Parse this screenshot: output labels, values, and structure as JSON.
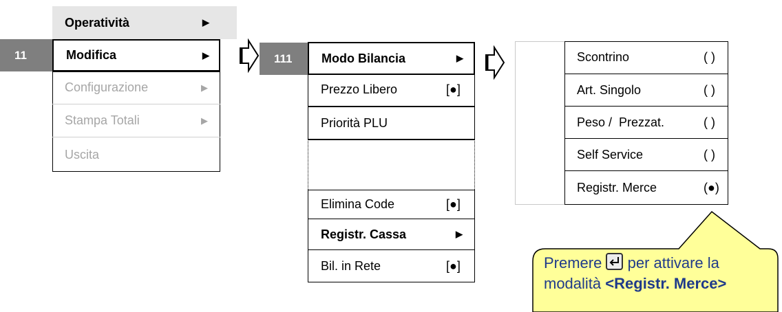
{
  "menu1": {
    "header": "Operatività",
    "code": "11",
    "items": [
      {
        "label": "Modifica"
      },
      {
        "label": "Configurazione"
      },
      {
        "label": "Stampa Totali"
      },
      {
        "label": "Uscita"
      }
    ]
  },
  "menu2": {
    "code": "111",
    "items": [
      {
        "label": "Modo Bilancia",
        "mark": ""
      },
      {
        "label": "Prezzo Libero",
        "mark": "[●]"
      },
      {
        "label": "Priorità PLU",
        "mark": ""
      },
      {
        "label": "Elimina Code",
        "mark": "[●]"
      },
      {
        "label": "Registr. Cassa",
        "mark": ""
      },
      {
        "label": "Bil. in Rete",
        "mark": "[●]"
      }
    ]
  },
  "menu3": {
    "items": [
      {
        "label": "Scontrino",
        "mark": "( )"
      },
      {
        "label": "Art. Singolo",
        "mark": "( )"
      },
      {
        "label": "Peso /  Prezzat.",
        "mark": "( )"
      },
      {
        "label": "Self Service",
        "mark": "( )"
      },
      {
        "label": "Registr. Merce",
        "mark": "(●)"
      }
    ]
  },
  "callout": {
    "text_before": "Premere",
    "text_after": "per attivare la",
    "line2_prefix": "modalità",
    "line2_bold": "<Registr. Merce>",
    "key_icon": "enter-key-icon"
  },
  "colors": {
    "header_bg": "#e6e6e6",
    "code_bg": "#7f7f7f",
    "disabled_text": "#a6a6a6",
    "callout_fill": "#ffff99",
    "callout_text": "#1f3a8a"
  }
}
